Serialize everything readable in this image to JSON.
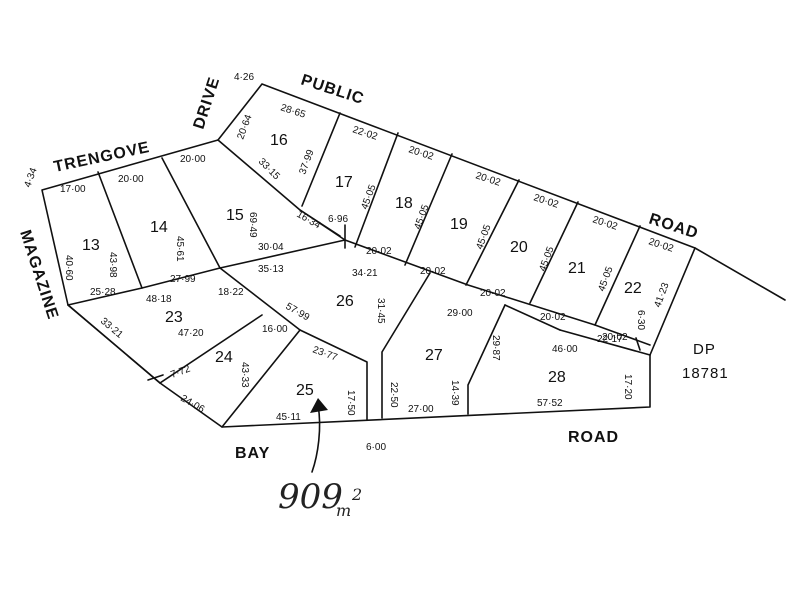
{
  "roads": {
    "public": "PUBLIC",
    "road_top": "ROAD",
    "drive": "DRIVE",
    "trengove": "TRENGOVE",
    "magazine": "MAGAZINE",
    "bay": "BAY",
    "road_bottom": "ROAD"
  },
  "lots": [
    "13",
    "14",
    "15",
    "16",
    "17",
    "18",
    "19",
    "20",
    "21",
    "22",
    "23",
    "24",
    "25",
    "26",
    "27",
    "28"
  ],
  "dimensions": {
    "d01": "4·26",
    "d02": "20·64",
    "d03": "28·65",
    "d04": "37·99",
    "d05": "33·15",
    "d06": "22·02",
    "d07": "45·05",
    "d08": "20·02",
    "d09": "45·05",
    "d10": "20·02",
    "d11": "45·05",
    "d12": "20·02",
    "d13": "45·05",
    "d14": "20·02",
    "d15": "45·05",
    "d16": "20·02",
    "d17": "41·23",
    "d18": "4·34",
    "d19": "17·00",
    "d20": "20·00",
    "d21": "20·00",
    "d22": "43·98",
    "d23": "45·61",
    "d24": "69·49",
    "d25": "16·34",
    "d26": "6·96",
    "d27": "40·60",
    "d28": "25·28",
    "d29": "27·99",
    "d30": "30·04",
    "d31": "35·13",
    "d32": "34·21",
    "d33": "20·02",
    "d34": "20·02",
    "d35": "20·02",
    "d36": "20·02",
    "d37": "20·02",
    "d38": "48·18",
    "d39": "18·22",
    "d40": "47·20",
    "d41": "57·99",
    "d42": "16·00",
    "d43": "33·21",
    "d44": "31·45",
    "d45": "29·00",
    "d46": "29·87",
    "d47": "46·00",
    "d48": "22·17",
    "d49": "6·30",
    "d50": "7·72",
    "d51": "43·33",
    "d52": "23·77",
    "d53": "24·06",
    "d54": "17·50",
    "d55": "22·50",
    "d56": "14·39",
    "d57": "45·11",
    "d58": "27·00",
    "d59": "57·52",
    "d60": "17·20",
    "d61": "6·00"
  },
  "dp_label": "DP",
  "dp_number": "18781",
  "annotation": {
    "area_value": "909",
    "area_unit": "m",
    "area_sup": "2"
  }
}
